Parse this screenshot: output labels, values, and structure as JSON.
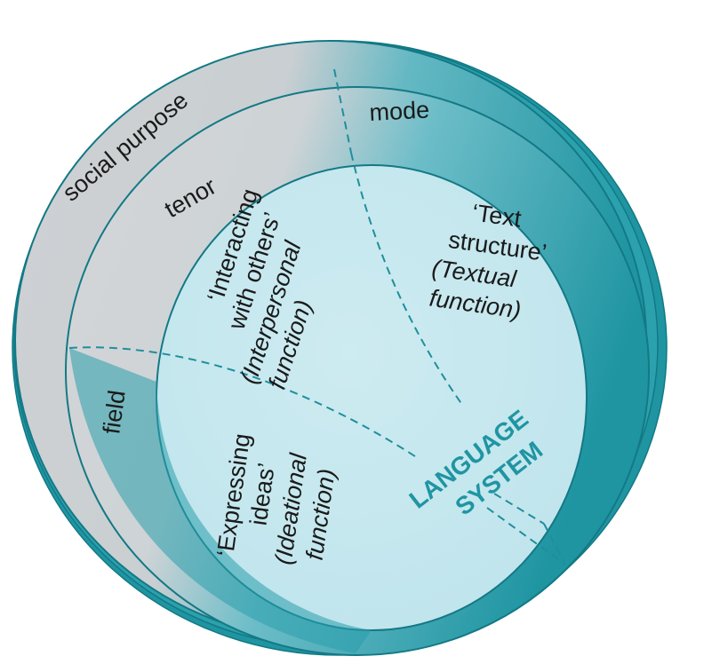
{
  "diagram": {
    "outer_ring_label": "social purpose",
    "ring2_label": "tenor",
    "ring3_label": "mode",
    "field_label": "field",
    "language_system": [
      "LANGUAGE",
      "SYSTEM"
    ],
    "interpersonal": {
      "line1": "‘Interacting",
      "line2": "with others’",
      "line3": "(Interpersonal",
      "line4": "function)"
    },
    "textual": {
      "line1": "‘Text",
      "line2": "structure’",
      "line3": "(Textual",
      "line4": "function)"
    },
    "ideational": {
      "line1": "‘Expressing",
      "line2": "ideas’",
      "line3": "(Ideational",
      "line4": "function)"
    }
  },
  "colors": {
    "teal": "#1f95a2",
    "teal_dark": "#137985",
    "pale": "#c6e8ef",
    "grey": "#d7d8da",
    "text": "#1a1a1a"
  }
}
